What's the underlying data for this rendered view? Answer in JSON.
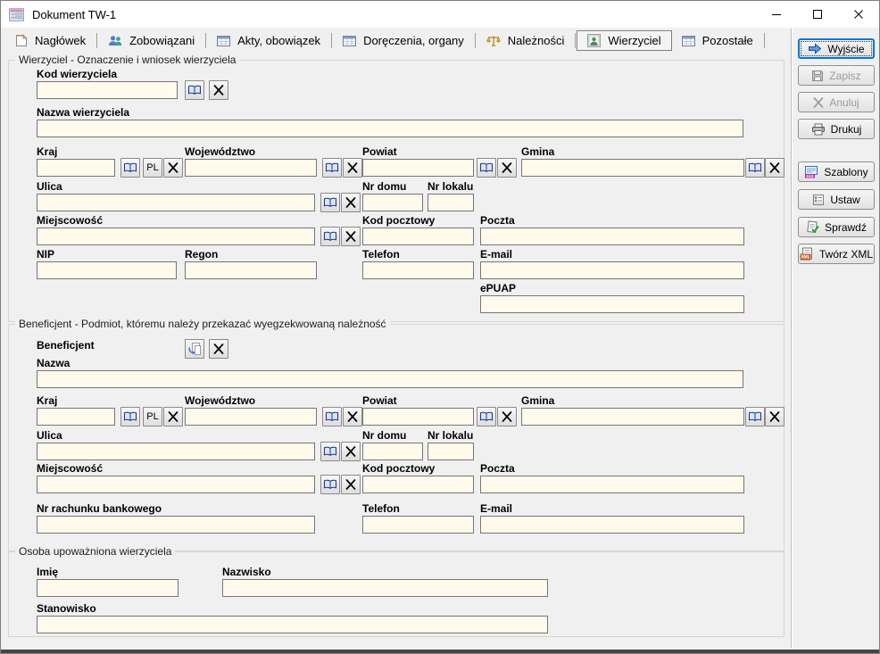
{
  "window": {
    "title": "Dokument TW-1"
  },
  "tabs": {
    "naglowek": {
      "label": "Nagłówek"
    },
    "zobowiazani": {
      "label": "Zobowiązani"
    },
    "akty": {
      "label": "Akty, obowiązek"
    },
    "doreczenia": {
      "label": "Doręczenia, organy"
    },
    "naleznosci": {
      "label": "Należności"
    },
    "wierzyciel": {
      "label": "Wierzyciel"
    },
    "pozostale": {
      "label": "Pozostałe"
    }
  },
  "sidebar": {
    "wyjscie": {
      "label": "Wyjście",
      "enabled": true,
      "focused": true
    },
    "zapisz": {
      "label": "Zapisz",
      "enabled": false
    },
    "anuluj": {
      "label": "Anuluj",
      "enabled": false
    },
    "drukuj": {
      "label": "Drukuj",
      "enabled": true
    },
    "szablony": {
      "label": "Szablony",
      "enabled": true
    },
    "ustaw": {
      "label": "Ustaw",
      "enabled": true
    },
    "sprawdz": {
      "label": "Sprawdź",
      "enabled": true
    },
    "tworz_xml": {
      "label": "Twórz XML",
      "enabled": true
    }
  },
  "small_buttons": {
    "pl": "PL"
  },
  "colors": {
    "input_bg": "#FFFAEB",
    "dialog_bg": "#F0F0F0",
    "focus_border": "#0078D7"
  },
  "sections": {
    "wierzyciel": {
      "legend": "Wierzyciel  -  Oznaczenie i wniosek wierzyciela",
      "fields": {
        "kod": {
          "label": "Kod wierzyciela",
          "value": ""
        },
        "nazwa": {
          "label": "Nazwa wierzyciela",
          "value": ""
        },
        "kraj": {
          "label": "Kraj",
          "value": ""
        },
        "wojewodztwo": {
          "label": "Województwo",
          "value": ""
        },
        "powiat": {
          "label": "Powiat",
          "value": ""
        },
        "gmina": {
          "label": "Gmina",
          "value": ""
        },
        "ulica": {
          "label": "Ulica",
          "value": ""
        },
        "nr_domu": {
          "label": "Nr domu",
          "value": ""
        },
        "nr_lokalu": {
          "label": "Nr lokalu",
          "value": ""
        },
        "miejscowosc": {
          "label": "Miejscowość",
          "value": ""
        },
        "kod_pocztowy": {
          "label": "Kod pocztowy",
          "value": ""
        },
        "poczta": {
          "label": "Poczta",
          "value": ""
        },
        "nip": {
          "label": "NIP",
          "value": ""
        },
        "regon": {
          "label": "Regon",
          "value": ""
        },
        "telefon": {
          "label": "Telefon",
          "value": ""
        },
        "email": {
          "label": "E-mail",
          "value": ""
        },
        "epuap": {
          "label": "ePUAP",
          "value": ""
        }
      }
    },
    "beneficjent": {
      "legend": "Beneficjent  -  Podmiot, któremu należy przekazać wyegzekwowaną należność",
      "fields": {
        "beneficjent_label": {
          "label": "Beneficjent"
        },
        "nazwa": {
          "label": "Nazwa",
          "value": ""
        },
        "kraj": {
          "label": "Kraj",
          "value": ""
        },
        "wojewodztwo": {
          "label": "Województwo",
          "value": ""
        },
        "powiat": {
          "label": "Powiat",
          "value": ""
        },
        "gmina": {
          "label": "Gmina",
          "value": ""
        },
        "ulica": {
          "label": "Ulica",
          "value": ""
        },
        "nr_domu": {
          "label": "Nr domu",
          "value": ""
        },
        "nr_lokalu": {
          "label": "Nr lokalu",
          "value": ""
        },
        "miejscowosc": {
          "label": "Miejscowość",
          "value": ""
        },
        "kod_pocztowy": {
          "label": "Kod pocztowy",
          "value": ""
        },
        "poczta": {
          "label": "Poczta",
          "value": ""
        },
        "nr_rachunku": {
          "label": "Nr rachunku bankowego",
          "value": ""
        },
        "telefon": {
          "label": "Telefon",
          "value": ""
        },
        "email": {
          "label": "E-mail",
          "value": ""
        }
      }
    },
    "osoba": {
      "legend": "Osoba upoważniona wierzyciela",
      "fields": {
        "imie": {
          "label": "Imię",
          "value": ""
        },
        "nazwisko": {
          "label": "Nazwisko",
          "value": ""
        },
        "stanowisko": {
          "label": "Stanowisko",
          "value": ""
        }
      }
    }
  }
}
